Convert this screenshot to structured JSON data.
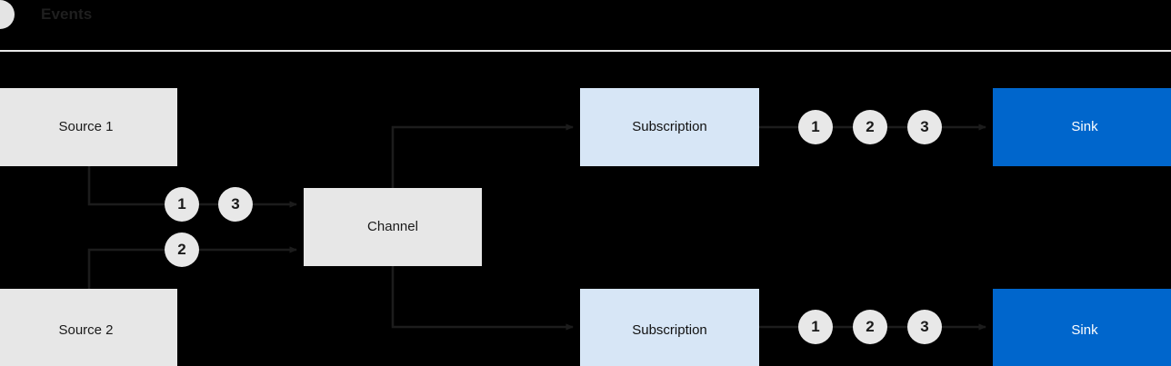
{
  "header": {
    "icon": "events-circle-icon",
    "title": "Events"
  },
  "diagram": {
    "nodes": {
      "source_1": "Source 1",
      "source_2": "Source 2",
      "channel": "Channel",
      "subscription_top": "Subscription",
      "subscription_bottom": "Subscription",
      "sink_top": "Sink",
      "sink_bottom": "Sink"
    },
    "tokens": {
      "source1_to_channel": [
        "1",
        "3"
      ],
      "source2_to_channel": [
        "2"
      ],
      "subscription_top_to_sink": [
        "1",
        "2",
        "3"
      ],
      "subscription_bottom_to_sink": [
        "1",
        "2",
        "3"
      ]
    },
    "colors": {
      "background": "#000000",
      "source_box": "#e7e7e7",
      "channel_box": "#e7e7e7",
      "subscription_box": "#d7e6f6",
      "sink_box": "#0066cc",
      "sink_text": "#ffffff",
      "token_fill": "#e8e8e8",
      "token_text": "#1a1a1a",
      "wire": "#1c1c1c",
      "header_rule": "#e9e9e9",
      "header_circle": "#e4e4e4",
      "header_title": "#1f1f1f"
    }
  }
}
